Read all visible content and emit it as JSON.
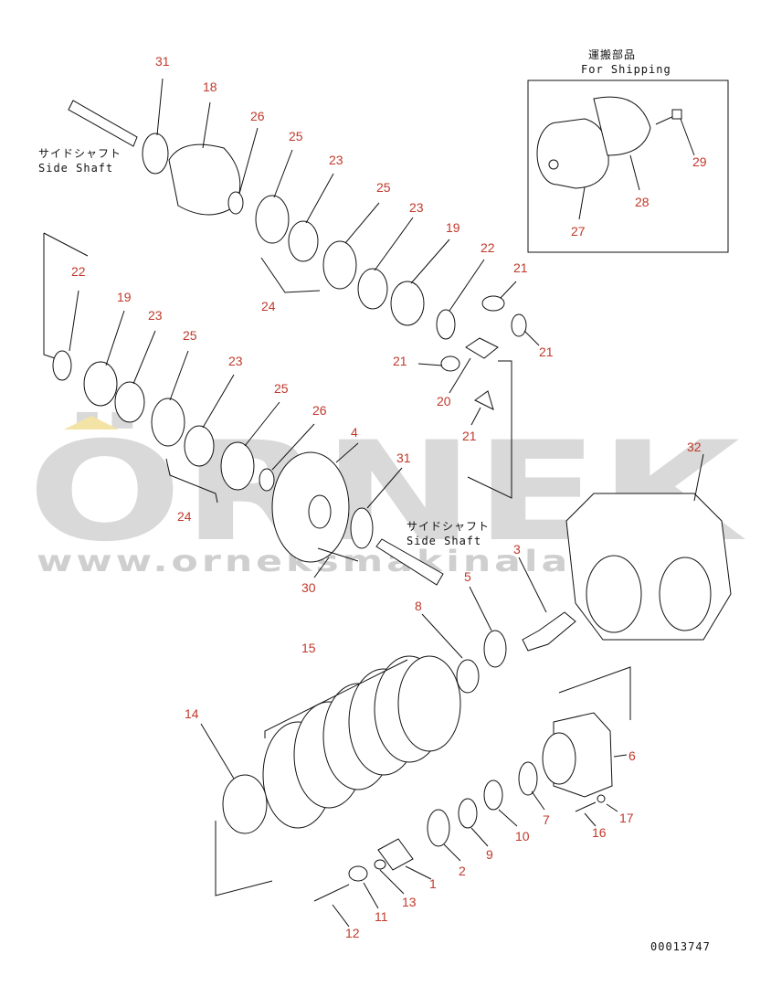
{
  "watermark": {
    "brand": "ÖRNEK",
    "url": "www.orneksmakinalari.com"
  },
  "shipping_box": {
    "title_jp": "運搬部品",
    "title_en": "For Shipping"
  },
  "side_shaft_top": {
    "jp": "サイドシャフト",
    "en": "Side Shaft"
  },
  "side_shaft_mid": {
    "jp": "サイドシャフト",
    "en": "Side Shaft"
  },
  "labels": {
    "p31a": "31",
    "p18": "18",
    "p26a": "26",
    "p25a": "25",
    "p23a": "23",
    "p25b": "25",
    "p23b": "23",
    "p19a": "19",
    "p22a": "22",
    "p21a": "21",
    "p21b": "21",
    "p21c": "21",
    "p20": "20",
    "p21d": "21",
    "p24a": "24",
    "p22b": "22",
    "p19b": "19",
    "p23c": "23",
    "p25c": "25",
    "p23d": "23",
    "p25d": "25",
    "p26b": "26",
    "p24b": "24",
    "p4": "4",
    "p31b": "31",
    "p30": "30",
    "p3": "3",
    "p5": "5",
    "p8": "8",
    "p32": "32",
    "p15": "15",
    "p14": "14",
    "p6": "6",
    "p7": "7",
    "p10": "10",
    "p9": "9",
    "p2": "2",
    "p1": "1",
    "p13": "13",
    "p11": "11",
    "p12": "12",
    "p16": "16",
    "p17": "17",
    "p29": "29",
    "p28": "28",
    "p27": "27"
  },
  "drawing_number": "00013747"
}
